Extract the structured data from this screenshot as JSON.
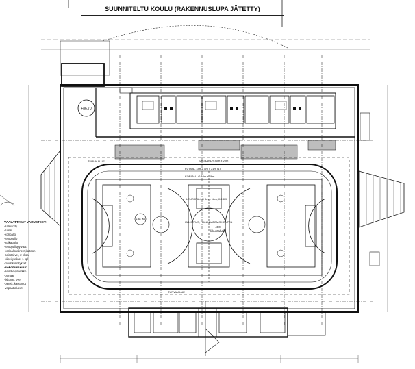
{
  "title": "SUUNNITELTU KOULU (RAKENNUSLUPA JÄTETTY)",
  "rooms": {
    "room_left_level": "+86.70",
    "hall_center_no": "400",
    "hall_center_name": "liikuntahalli",
    "small_room_label": "+86.70"
  },
  "field_labels": {
    "turva_top": "TURVA-ALUE",
    "futsal": "FUTSAL 18m x 8m x 21m (1)",
    "koripallo": "KORIPALLO 15m x 28m",
    "salibandy": "SALIBANDY 40m x 20m",
    "lentopallo": "LENTOPALLO 9m x 18m, KOSKI",
    "harj": "HARJOITUS, HALLI DATOMO KENTTÄ",
    "turva_bottom": "TURVA-ALUE"
  },
  "legend": {
    "heading": "VAALATTAVAT VARUSTEET:",
    "items": [
      "-salibandy",
      "-futsal",
      "-koripallo",
      "-lentopallo",
      "-sulkapallo",
      "-lentopallopylväät",
      "-koripallotelineet,kattoon",
      "-seinäsiivet, 2 kkoa",
      "-kiipeilyteline, 1 kpl",
      "-muut kiinnitykset"
    ],
    "heading2": "-sekoitusseinä:",
    "items2": [
      "-seinälevy/verkko",
      "-portaat",
      "-ikkunat, ovet",
      "-penkit, katsomot",
      "-vapaat alueet"
    ]
  },
  "colors": {
    "line": "#111111",
    "grey_fill": "#bdbdbd",
    "dark_fill": "#7a7a7a"
  }
}
